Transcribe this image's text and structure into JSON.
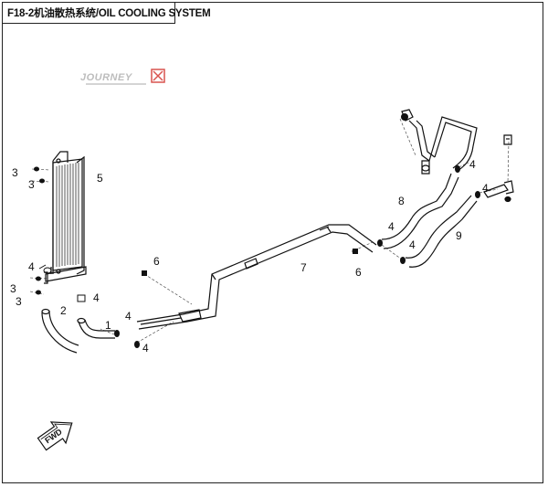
{
  "title": "F18-2机油散热系统/OIL COOLING SYSTEM",
  "watermark": "JOURNEY",
  "direction_label": "FWD",
  "callouts": [
    "1",
    "2",
    "3",
    "3",
    "3",
    "3",
    "4",
    "4",
    "4",
    "4",
    "4",
    "4",
    "4",
    "4",
    "5",
    "6",
    "6",
    "7",
    "8",
    "9"
  ],
  "colors": {
    "line": "#111111",
    "watermark": "#bdbdbd",
    "watermark_accent": "#d9534f"
  }
}
